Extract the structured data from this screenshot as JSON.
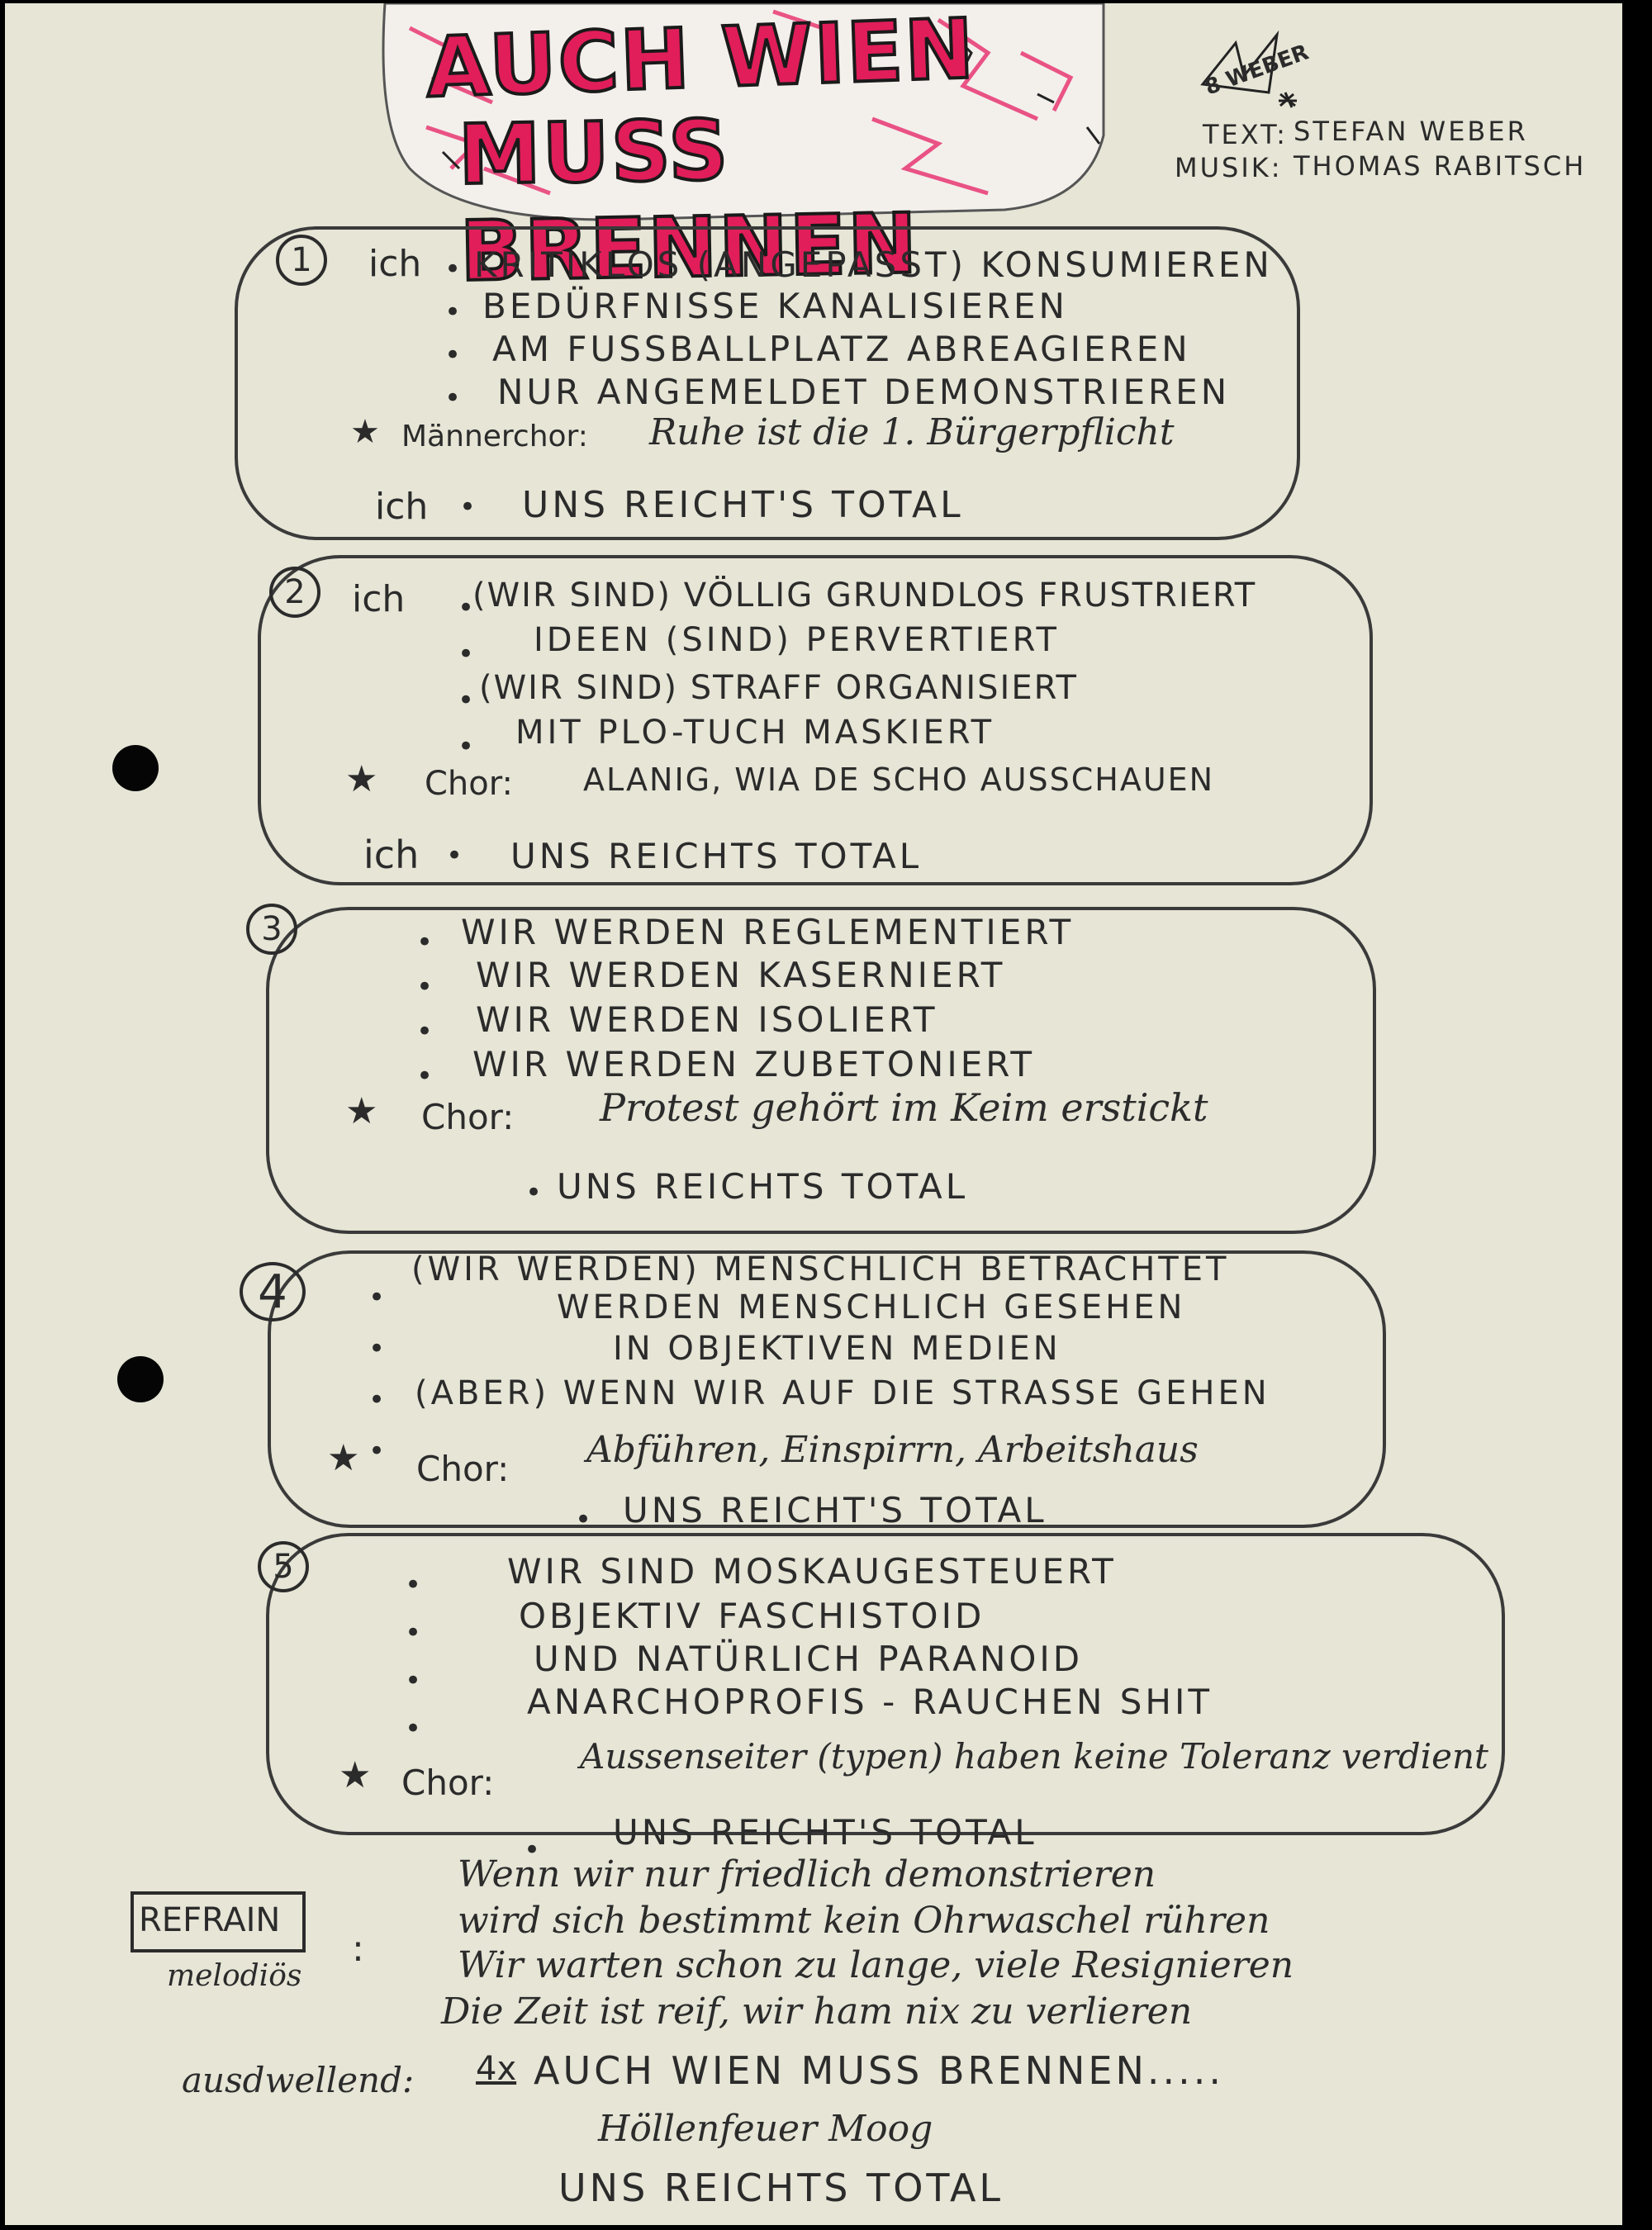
{
  "title": {
    "line1": "AUCH WIEN",
    "line2": "MUSS BRENNEN"
  },
  "signature": {
    "text": "8 WEBER"
  },
  "credits": {
    "text_label": "TEXT:",
    "text_author": "STEFAN WEBER",
    "music_label": "MUSIK:",
    "music_author": "THOMAS RABITSCH"
  },
  "verses": [
    {
      "number": "1",
      "speaker": "ich",
      "lines": [
        "KRITIKLOS (ANGEPASST) KONSUMIEREN",
        "BEDÜRFNISSE KANALISIEREN",
        "AM FUSSBALLPLATZ ABREAGIEREN",
        "NUR ANGEMELDET DEMONSTRIEREN"
      ],
      "chorus_label": "Männerchor:",
      "chorus_text": "Ruhe ist die 1. Bürgerpflicht",
      "closing_speaker": "ich",
      "closing": "UNS REICHT'S TOTAL"
    },
    {
      "number": "2",
      "speaker": "ich",
      "lines": [
        "(WIR SIND) VÖLLIG GRUNDLOS FRUSTRIERT",
        "IDEEN (SIND) PERVERTIERT",
        "(WIR SIND) STRAFF ORGANISIERT",
        "MIT PLO-TUCH MASKIERT"
      ],
      "chorus_label": "Chor:",
      "chorus_text": "ALANIG, WIA DE SCHO AUSSCHAUEN",
      "closing_speaker": "ich",
      "closing": "UNS REICHTS TOTAL"
    },
    {
      "number": "3",
      "lines": [
        "WIR WERDEN REGLEMENTIERT",
        "WIR WERDEN KASERNIERT",
        "WIR WERDEN ISOLIERT",
        "WIR WERDEN ZUBETONIERT"
      ],
      "chorus_label": "Chor:",
      "chorus_text": "Protest gehört im Keim erstickt",
      "closing": "UNS REICHTS TOTAL"
    },
    {
      "number": "4",
      "lines": [
        "(WIR WERDEN) MENSCHLICH BETRACHTET",
        "WERDEN MENSCHLICH GESEHEN",
        "IN OBJEKTIVEN MEDIEN",
        "(ABER) WENN WIR AUF DIE STRASSE GEHEN"
      ],
      "chorus_label": "Chor:",
      "chorus_text": "Abführen, Einspirrn, Arbeitshaus",
      "closing": "UNS REICHT'S TOTAL"
    },
    {
      "number": "5",
      "lines": [
        "WIR SIND MOSKAUGESTEUERT",
        "OBJEKTIV FASCHISTOID",
        "UND NATÜRLICH PARANOID",
        "ANARCHOPROFIS - RAUCHEN SHIT"
      ],
      "chorus_label": "Chor:",
      "chorus_text": "Aussenseiter (typen) haben keine Toleranz verdient",
      "closing": "UNS REICHT'S TOTAL"
    }
  ],
  "refrain": {
    "label": "REFRAIN",
    "sublabel": "melodiös",
    "colon": ":",
    "lines": [
      "Wenn wir nur friedlich demonstrieren",
      "wird sich bestimmt kein Ohrwaschel rühren",
      "Wir warten schon zu lange, viele Resignieren",
      "Die Zeit ist reif, wir ham nix zu verlieren"
    ]
  },
  "outro": {
    "label": "ausdwellend:",
    "count": "4x",
    "line": "AUCH WIEN MUSS BRENNEN.....",
    "sub": "Höllenfeuer Moog",
    "end": "UNS REICHTS TOTAL"
  }
}
